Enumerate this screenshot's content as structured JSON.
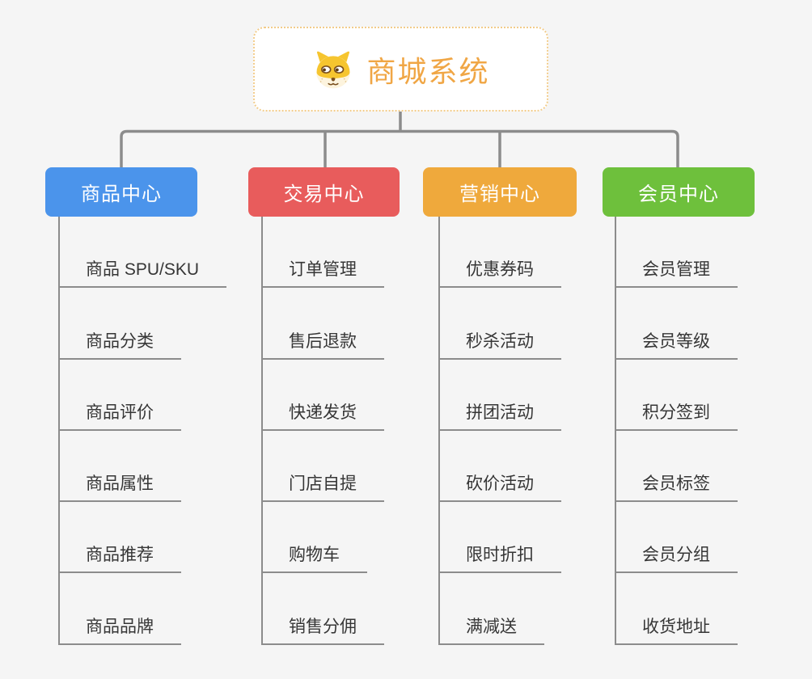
{
  "background_color": "#F5F5F5",
  "connector_color": "#8C8C8C",
  "root": {
    "label": "商城系统",
    "icon": "dog-face",
    "text_color": "#F0A645",
    "border_color": "#F2CC8A"
  },
  "branches": [
    {
      "label": "商品中心",
      "color": "#4B94EB",
      "items": [
        "商品 SPU/SKU",
        "商品分类",
        "商品评价",
        "商品属性",
        "商品推荐",
        "商品品牌"
      ]
    },
    {
      "label": "交易中心",
      "color": "#E85C5C",
      "items": [
        "订单管理",
        "售后退款",
        "快递发货",
        "门店自提",
        "购物车",
        "销售分佣"
      ]
    },
    {
      "label": "营销中心",
      "color": "#EFA93C",
      "items": [
        "优惠券码",
        "秒杀活动",
        "拼团活动",
        "砍价活动",
        "限时折扣",
        "满减送"
      ]
    },
    {
      "label": "会员中心",
      "color": "#6EC03C",
      "items": [
        "会员管理",
        "会员等级",
        "积分签到",
        "会员标签",
        "会员分组",
        "收货地址"
      ]
    }
  ]
}
